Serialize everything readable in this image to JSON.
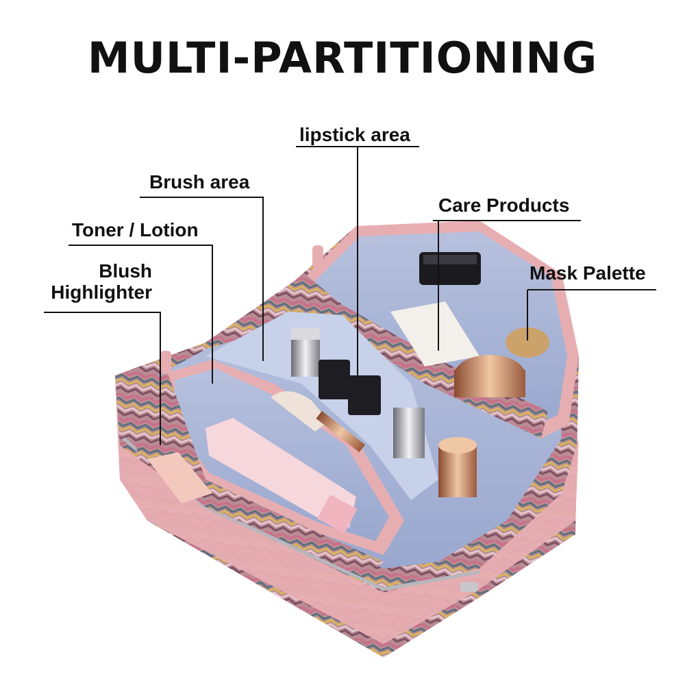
{
  "headline": "MULTI-PARTITIONING",
  "callouts": {
    "lipstick": "lipstick area",
    "brush": "Brush area",
    "care": "Care Products",
    "toner": "Toner / Lotion",
    "mask": "Mask Palette",
    "blush_line1": "Blush",
    "blush_line2": "Highlighter"
  },
  "product": {
    "name": "cosmetic organizer bag",
    "pattern": "chevron knit",
    "colors": {
      "trim": "#e7aeb2",
      "lining": "#aab6d6",
      "lining_dark": "#8e9cc4",
      "chevron_a": "#c9708a",
      "chevron_b": "#5b6f7d",
      "chevron_c": "#d8b65e"
    }
  }
}
